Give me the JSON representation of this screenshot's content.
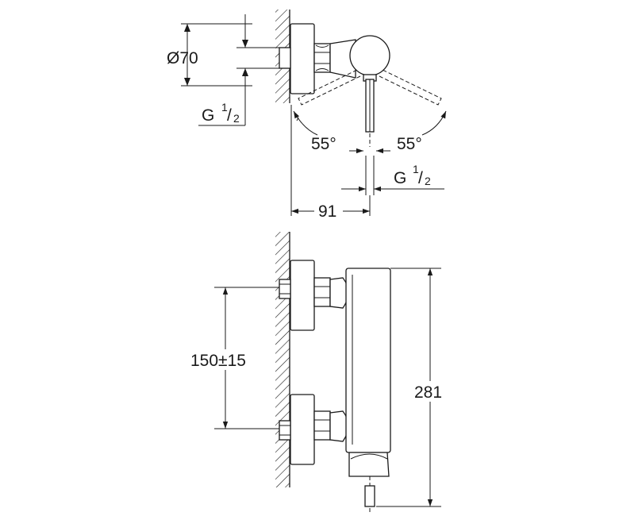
{
  "diagram": {
    "top_view": {
      "diameter_label": "Ø70",
      "thread_label_left": {
        "main": "G ",
        "numerator": "1",
        "slash": "/",
        "denominator": "2"
      },
      "angle_left": "55°",
      "angle_right": "55°",
      "thread_label_bottom": {
        "main": "G ",
        "numerator": "1",
        "slash": "/",
        "denominator": "2"
      },
      "depth_label": "91"
    },
    "front_view": {
      "spacing_label": "150±15",
      "height_label": "281"
    },
    "colors": {
      "line": "#1a1a1a",
      "background": "#ffffff"
    }
  }
}
